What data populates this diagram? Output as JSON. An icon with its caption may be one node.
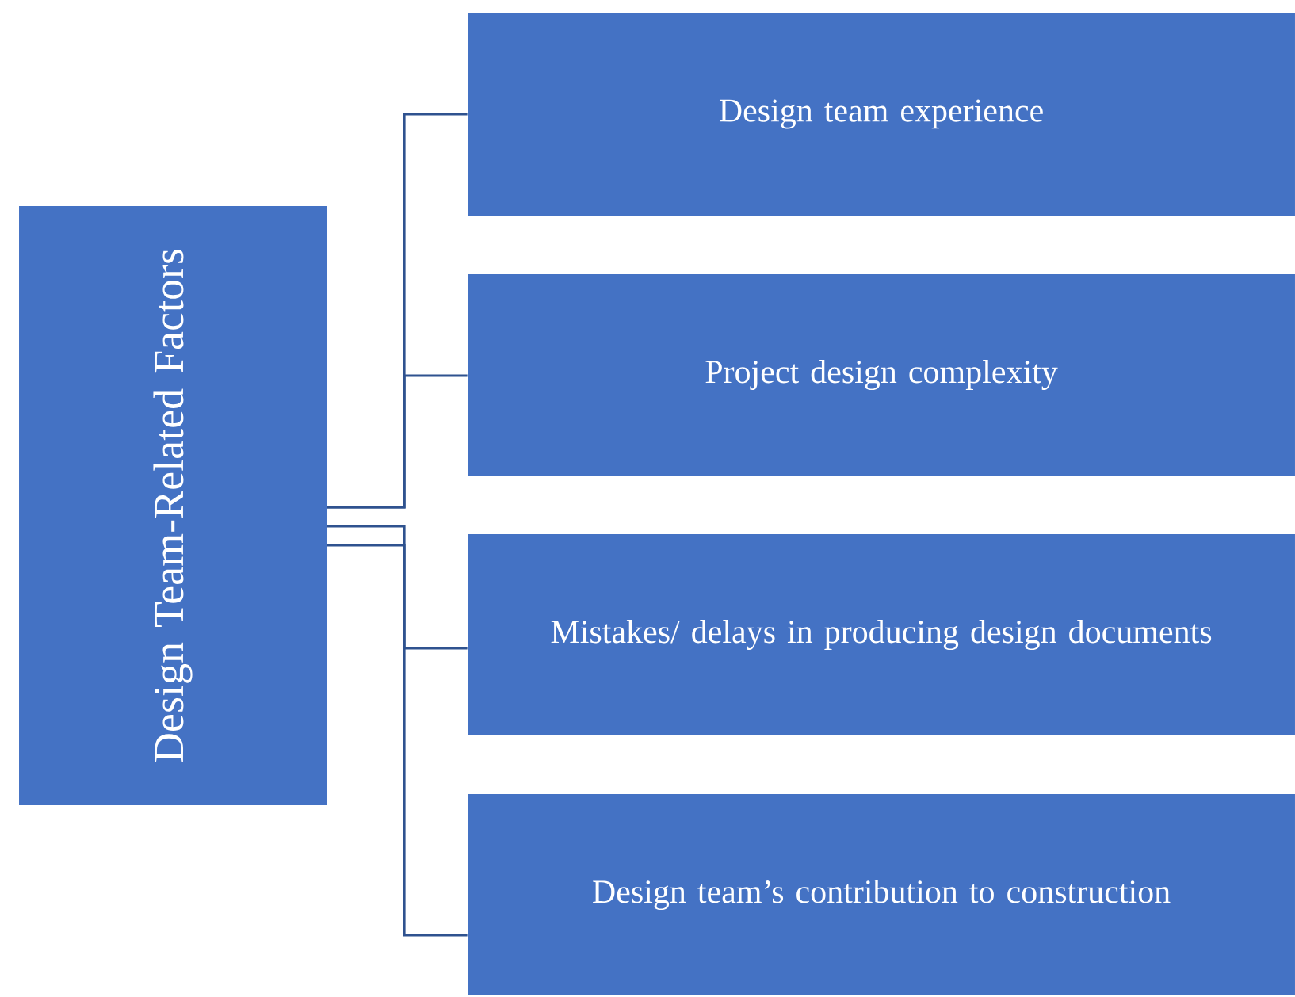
{
  "diagram": {
    "nodes": [
      {
        "text": [
          "Design Team-Related Factors"
        ]
      },
      {
        "text": [
          "Design team experience"
        ]
      },
      {
        "text": [
          "Project design complexity"
        ]
      },
      {
        "text": [
          "Mistakes/ delays in producing design documents"
        ]
      },
      {
        "text": [
          "Design team’s contribution to construction"
        ]
      }
    ],
    "edges": [
      {
        "from": 0,
        "to": 1,
        "arrow": "none"
      },
      {
        "from": 0,
        "to": 2,
        "arrow": "none"
      },
      {
        "from": 0,
        "to": 3,
        "arrow": "none"
      },
      {
        "from": 0,
        "to": 4,
        "arrow": "none"
      }
    ]
  }
}
